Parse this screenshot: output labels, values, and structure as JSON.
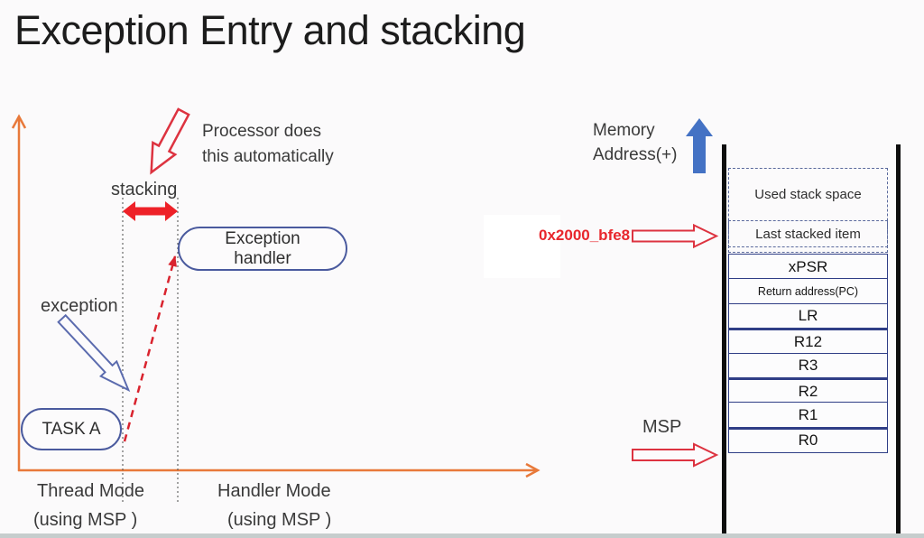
{
  "title": "Exception Entry and stacking",
  "colors": {
    "axis_orange": "#e8793a",
    "red": "#dd2c38",
    "red_text": "#e8262c",
    "stack_border_navy": "#2f3e86",
    "dashed_blue": "#5a699c",
    "oval_border_blue": "#4a5a9e",
    "memory_arrow_blue": "#4472c4"
  },
  "timeline": {
    "processor_note": [
      "Processor does",
      "this automatically"
    ],
    "stacking_label": "stacking",
    "exception_label": "exception",
    "exception_handler": [
      "Exception",
      "handler"
    ],
    "task_label": "TASK A",
    "x_axis_regions": [
      {
        "label": "Thread Mode",
        "sub": "(using MSP )"
      },
      {
        "label": "Handler Mode",
        "sub": "(using MSP )"
      }
    ]
  },
  "memory": {
    "axis_label": [
      "Memory",
      "Address(+)"
    ],
    "stack_pointer_address": "0x2000_bfe8",
    "msp_label": "MSP",
    "dashed_items": [
      "Used stack space",
      "Last stacked item"
    ],
    "stacked_registers": [
      "xPSR",
      "Return address(PC)",
      "LR",
      "R12",
      "R3",
      "R2",
      "R1",
      "R0"
    ]
  }
}
